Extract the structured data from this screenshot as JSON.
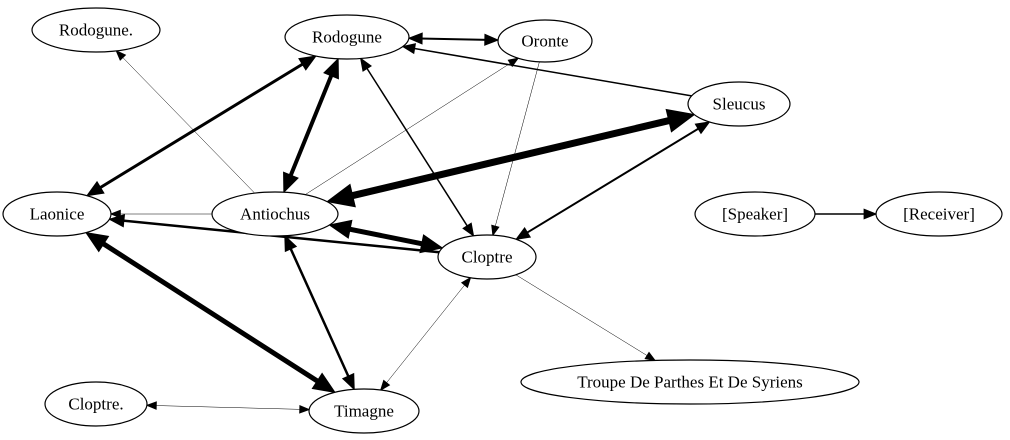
{
  "diagram": {
    "nodes": [
      {
        "id": "rodogune_dot",
        "label": "Rodogune."
      },
      {
        "id": "rodogune",
        "label": "Rodogune"
      },
      {
        "id": "oronte",
        "label": "Oronte"
      },
      {
        "id": "sleucus",
        "label": "Sleucus"
      },
      {
        "id": "laonice",
        "label": "Laonice"
      },
      {
        "id": "antiochus",
        "label": "Antiochus"
      },
      {
        "id": "cloptre",
        "label": "Cloptre"
      },
      {
        "id": "speaker",
        "label": "[Speaker]"
      },
      {
        "id": "receiver",
        "label": "[Receiver]"
      },
      {
        "id": "troupe",
        "label": "Troupe De Parthes Et De Syriens"
      },
      {
        "id": "cloptre_dot",
        "label": "Cloptre."
      },
      {
        "id": "timagne",
        "label": "Timagne"
      }
    ],
    "edges": [
      {
        "from": "rodogune",
        "to": "oronte",
        "weight": 2,
        "direction": "both"
      },
      {
        "from": "sleucus",
        "to": "rodogune",
        "weight": 1.5,
        "direction": "forward"
      },
      {
        "from": "antiochus",
        "to": "rodogune_dot",
        "weight": 0.5,
        "direction": "forward"
      },
      {
        "from": "antiochus",
        "to": "oronte",
        "weight": 0.5,
        "direction": "forward"
      },
      {
        "from": "oronte",
        "to": "cloptre",
        "weight": 0.5,
        "direction": "forward"
      },
      {
        "from": "laonice",
        "to": "rodogune",
        "weight": 3,
        "direction": "both"
      },
      {
        "from": "antiochus",
        "to": "rodogune",
        "weight": 4,
        "direction": "both"
      },
      {
        "from": "rodogune",
        "to": "cloptre",
        "weight": 1.5,
        "direction": "both"
      },
      {
        "from": "antiochus",
        "to": "sleucus",
        "weight": 7,
        "direction": "both"
      },
      {
        "from": "sleucus",
        "to": "cloptre",
        "weight": 2,
        "direction": "both"
      },
      {
        "from": "antiochus",
        "to": "laonice",
        "weight": 0.5,
        "direction": "forward"
      },
      {
        "from": "cloptre",
        "to": "laonice",
        "weight": 2.5,
        "direction": "forward"
      },
      {
        "from": "antiochus",
        "to": "cloptre",
        "weight": 5,
        "direction": "both"
      },
      {
        "from": "laonice",
        "to": "timagne",
        "weight": 5,
        "direction": "both"
      },
      {
        "from": "antiochus",
        "to": "timagne",
        "weight": 2.5,
        "direction": "both"
      },
      {
        "from": "cloptre",
        "to": "timagne",
        "weight": 0.5,
        "direction": "both"
      },
      {
        "from": "cloptre",
        "to": "troupe",
        "weight": 0.5,
        "direction": "forward"
      },
      {
        "from": "cloptre_dot",
        "to": "timagne",
        "weight": 0.5,
        "direction": "both"
      },
      {
        "from": "speaker",
        "to": "receiver",
        "weight": 1.5,
        "direction": "forward"
      }
    ]
  }
}
